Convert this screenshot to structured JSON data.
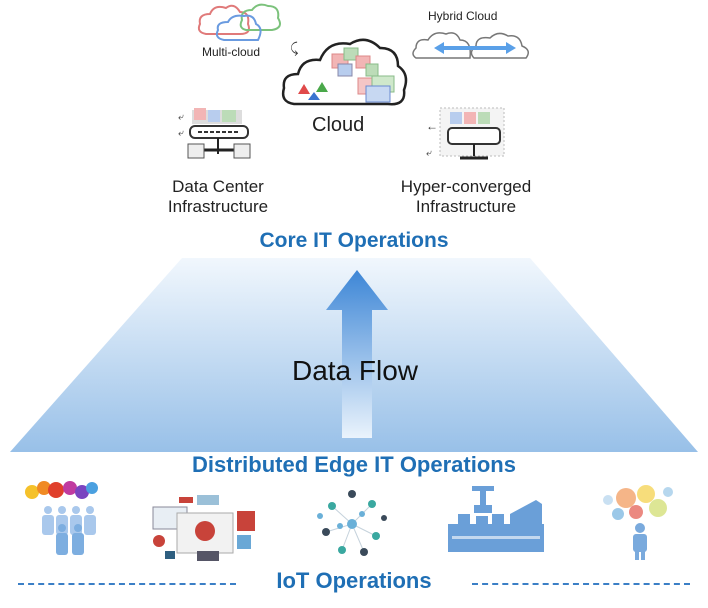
{
  "top": {
    "multicloud_label": "Multi-cloud",
    "hybrid_cloud_label": "Hybrid Cloud",
    "cloud_label": "Cloud",
    "data_center_label_line1": "Data Center",
    "data_center_label_line2": "Infrastructure",
    "hyperconverged_label_line1": "Hyper-converged",
    "hyperconverged_label_line2": "Infrastructure"
  },
  "core_title": "Core IT Operations",
  "flow_label": "Data Flow",
  "edge_title": "Distributed Edge IT Operations",
  "iot_title": "IoT Operations",
  "edge_icons": [
    "people-group-icon",
    "devices-collage-icon",
    "network-nodes-icon",
    "factory-robot-arm-icon",
    "person-with-ideas-icon"
  ],
  "colors": {
    "title_blue": "#1f6fb5",
    "trapezoid_top": "#eef5fc",
    "trapezoid_bottom": "#9cc3ea",
    "arrow": "#3d86d6"
  }
}
